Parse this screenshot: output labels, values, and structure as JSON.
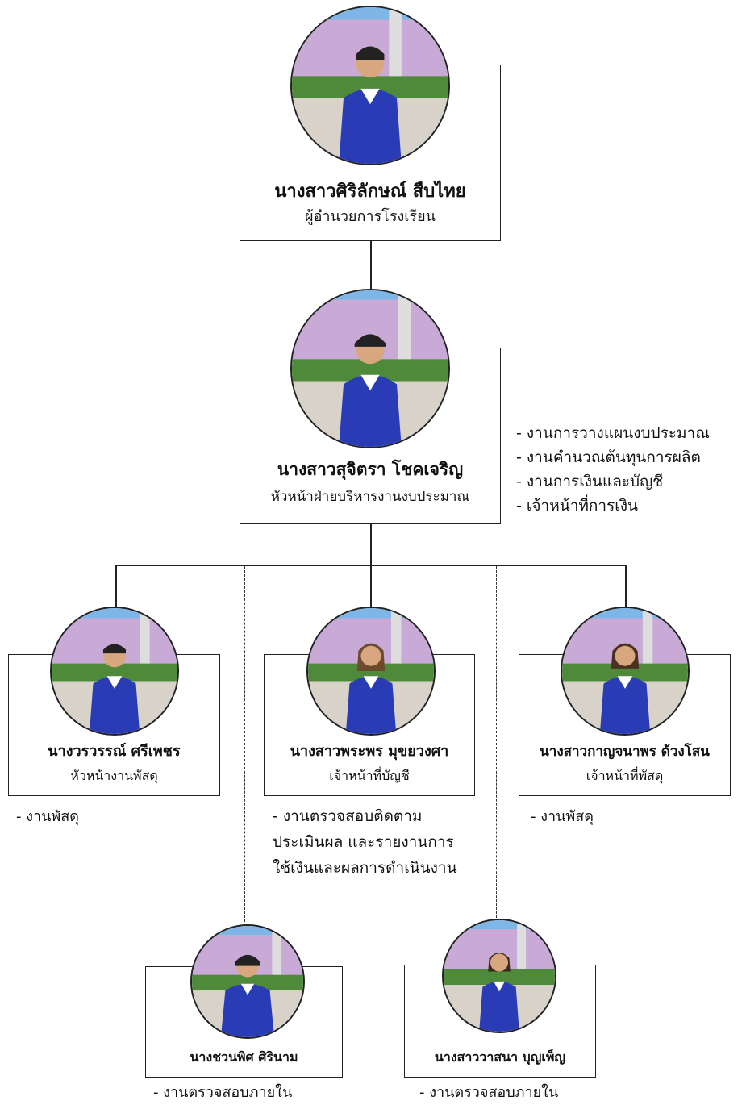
{
  "director": {
    "name": "นางสาวศิริลักษณ์ สืบไทย",
    "role": "ผู้อำนวยการโรงเรียน"
  },
  "head": {
    "name": "นางสาวสุจิตรา โชคเจริญ",
    "role": "หัวหน้าฝ่ายบริหารงานงบประมาณ",
    "duties": [
      "- งานการวางแผนงบประมาณ",
      "- งานคำนวณต้นทุนการผลิต",
      "- งานการเงินและบัญชี",
      "- เจ้าหน้าที่การเงิน"
    ]
  },
  "staff": [
    {
      "name": "นางวรวรรณ์ ศรีเพชร",
      "role": "หัวหน้างานพัสดุ",
      "duties": [
        "- งานพัสดุ"
      ]
    },
    {
      "name": "นางสาวพระพร มุขยวงศา",
      "role": "เจ้าหน้าที่บัญชี",
      "duties": [
        "- งานตรวจสอบติดตาม",
        "ประเมินผล และรายงานการ",
        "ใช้เงินและผลการดำเนินงาน"
      ]
    },
    {
      "name": "นางสาวกาญจนาพร ด้วงโสน",
      "role": "เจ้าหน้าที่พัสดุ",
      "duties": [
        "- งานพัสดุ"
      ]
    }
  ],
  "auditors": [
    {
      "name": "นางชวนพิศ ศิรินาม",
      "duties": [
        "- งานตรวจสอบภายใน"
      ]
    },
    {
      "name": "นางสาววาสนา บุญเพ็ญ",
      "duties": [
        "- งานตรวจสอบภายใน"
      ]
    }
  ],
  "colors": {
    "shirt": "#2a3cb5",
    "sky": "#7fb6e8",
    "building": "#c9a9d6",
    "hedge": "#4f8a3a",
    "ground": "#d8d2c8"
  }
}
